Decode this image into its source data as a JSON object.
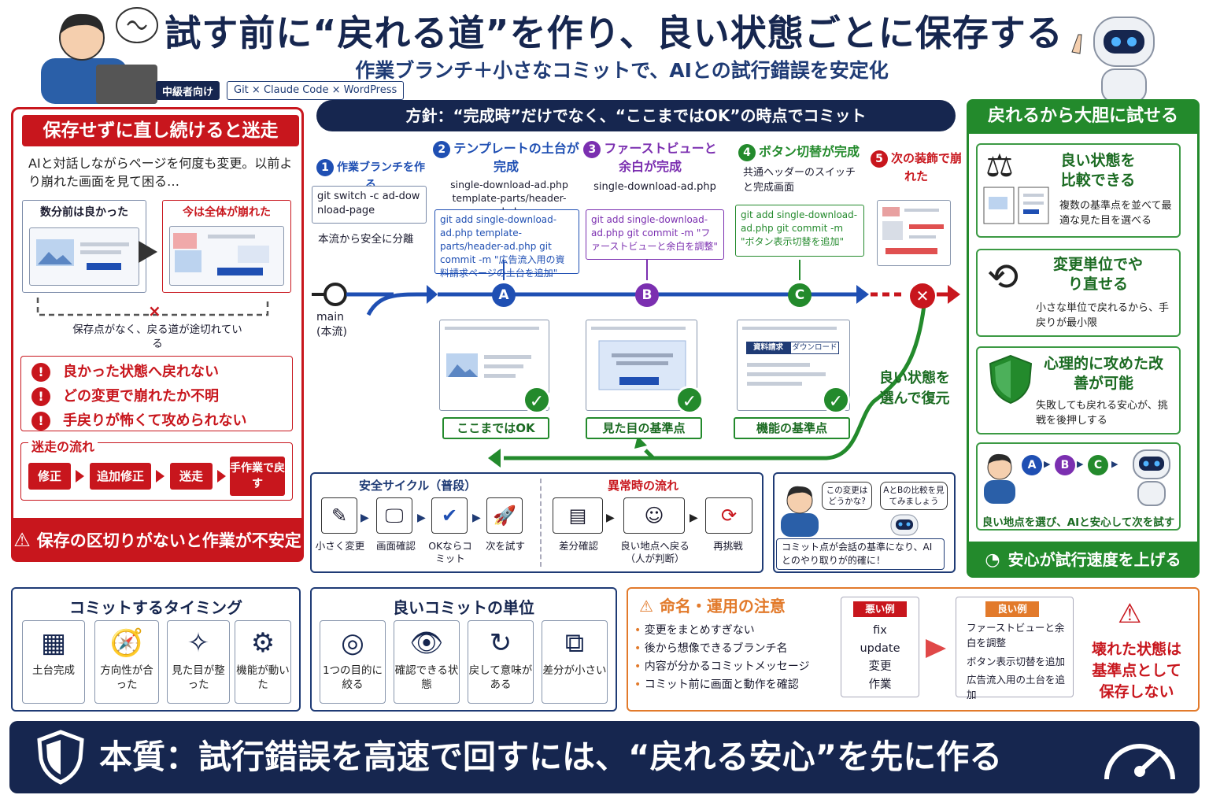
{
  "header": {
    "title": "試す前に“戻れる道”を作り、良い状態ごとに保存する",
    "subtitle": "作業ブランチ＋小さなコミットで、AIとの試行錯誤を安定化",
    "badge_level": "中級者向け",
    "badge_tools": "Git × Claude Code × WordPress"
  },
  "left_panel": {
    "title": "保存せずに直し続けると迷走",
    "intro": "AIと対話しながらページを何度も変更。以前より崩れた画面を見て困る…",
    "before_label": "数分前は良かった",
    "after_label": "今は全体が崩れた",
    "no_save_note": "保存点がなく、戻る道が途切れている",
    "problems": [
      "良かった状態へ戻れない",
      "どの変更で崩れたか不明",
      "手戻りが怖くて攻められない"
    ],
    "flow_title": "迷走の流れ",
    "flow": [
      "修正",
      "追加修正",
      "迷走",
      "手作業で戻す"
    ],
    "footer": "保存の区切りがないと作業が不安定"
  },
  "policy": "方針：“完成時”だけでなく、“ここまではOK”の時点でコミット",
  "steps": [
    {
      "num": "1",
      "title": "作業ブランチを作る",
      "code": "git switch -c ad-download-page",
      "note": "本流から安全に分離"
    },
    {
      "num": "2",
      "title": "テンプレートの土台が完成",
      "files": "single-download-ad.php template-parts/header-ad.php",
      "code": "git add single-download-ad.php template-parts/header-ad.php git commit -m \"広告流入用の資料請求ページの土台を追加\""
    },
    {
      "num": "3",
      "title": "ファーストビューと余白が完成",
      "files": "single-download-ad.php",
      "code": "git add single-download-ad.php git commit -m \"ファーストビューと余白を調整\""
    },
    {
      "num": "4",
      "title": "ボタン切替が完成",
      "files": "共通ヘッダーのスイッチと完成画面",
      "code": "git add single-download-ad.php git commit -m \"ボタン表示切替を追加\""
    },
    {
      "num": "5",
      "title": "次の装飾で崩れた"
    }
  ],
  "branch": {
    "main_label": "main (本流)",
    "nodes": [
      "A",
      "B",
      "C"
    ],
    "checkpoints": [
      "ここまではOK",
      "見た目の基準点",
      "機能の基準点"
    ],
    "tabs": [
      "資料請求",
      "ダウンロード"
    ],
    "restore_label": "良い状態を選んで復元"
  },
  "cycle": {
    "safe_title": "安全サイクル（普段）",
    "safe_steps": [
      "小さく変更",
      "画面確認",
      "OKならコミット",
      "次を試す"
    ],
    "abnormal_title": "異常時の流れ",
    "abnormal_steps": [
      "差分確認",
      "良い地点へ戻る（人が判断）",
      "再挑戦"
    ]
  },
  "chat": {
    "user_bubble": "この変更はどうかな?",
    "ai_bubble": "AとBの比較を見てみましょう",
    "caption": "コミット点が会話の基準になり、AIとのやり取りが的確に！"
  },
  "right_panel": {
    "title": "戻れるから大胆に試せる",
    "cards": [
      {
        "title": "良い状態を比較できる",
        "desc": "複数の基準点を並べて最適な見た目を選べる"
      },
      {
        "title": "変更単位でやり直せる",
        "desc": "小さな単位で戻れるから、手戻りが最小限"
      },
      {
        "title": "心理的に攻めた改善が可能",
        "desc": "失敗しても戻れる安心が、挑戦を後押しする"
      }
    ],
    "flow_nodes": [
      "A",
      "B",
      "C"
    ],
    "flow_caption": "良い地点を選び、AIと安心して次を試す",
    "footer": "安心が試行速度を上げる"
  },
  "timing": {
    "title": "コミットするタイミング",
    "items": [
      "土台完成",
      "方向性が合った",
      "見た目が整った",
      "機能が動いた"
    ]
  },
  "unit": {
    "title": "良いコミットの単位",
    "items": [
      "1つの目的に絞る",
      "確認できる状態",
      "戻して意味がある",
      "差分が小さい"
    ]
  },
  "ops": {
    "title": "命名・運用の注意",
    "rules": [
      "変更をまとめすぎない",
      "後から想像できるブランチ名",
      "内容が分かるコミットメッセージ",
      "コミット前に画面と動作を確認"
    ],
    "bad_label": "悪い例",
    "bad": [
      "fix",
      "update",
      "変更",
      "作業"
    ],
    "good_label": "良い例",
    "good": [
      "ファーストビューと余白を調整",
      "ボタン表示切替を追加",
      "広告流入用の土台を追加"
    ],
    "warning": "壊れた状態は基準点として保存しない"
  },
  "bottom": {
    "message": "本質：試行錯誤を高速で回すには、“戻れる安心”を先に作る"
  },
  "colors": {
    "navy": "#16264f",
    "red": "#c8161d",
    "green": "#238a2c",
    "blue": "#1f4fb3",
    "purple": "#7b2fb0",
    "orange": "#e27a2b"
  }
}
